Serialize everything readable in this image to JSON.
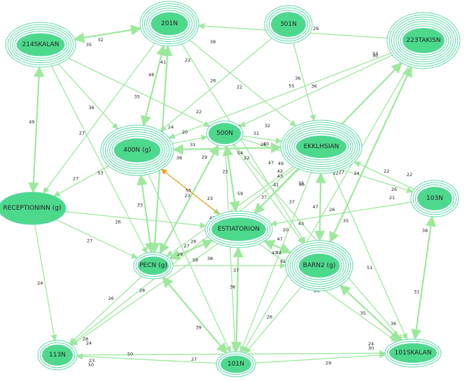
{
  "nodes": [
    {
      "id": "214SKALAN"
    },
    {
      "id": "201N"
    },
    {
      "id": "301N"
    },
    {
      "id": "223TAKISN"
    },
    {
      "id": "400N (g)"
    },
    {
      "id": "500N"
    },
    {
      "id": "EKKLHSIAN"
    },
    {
      "id": "103N"
    },
    {
      "id": "RECEPTIONINN (g)"
    },
    {
      "id": "ESTIATORION"
    },
    {
      "id": "PECN (g)"
    },
    {
      "id": "BARN2 (g)"
    },
    {
      "id": "113N"
    },
    {
      "id": "101N"
    },
    {
      "id": "101SKALAN"
    }
  ],
  "edges": [
    {
      "from": "214SKALAN",
      "to": "201N",
      "label": "32"
    },
    {
      "from": "214SKALAN",
      "to": "RECEPTIONINN (g)",
      "label": "49"
    },
    {
      "from": "214SKALAN",
      "to": "500N",
      "label": "35"
    },
    {
      "from": "214SKALAN",
      "to": "PECN (g)",
      "label": "53"
    },
    {
      "from": "214SKALAN",
      "to": "400N (g)",
      "label": "36"
    },
    {
      "from": "201N",
      "to": "400N (g)",
      "label": "48"
    },
    {
      "from": "201N",
      "to": "PECN (g)",
      "label": "22"
    },
    {
      "from": "201N",
      "to": "EKKLHSIAN",
      "label": "22"
    },
    {
      "from": "201N",
      "to": "BARN2 (g)",
      "label": "22"
    },
    {
      "from": "201N",
      "to": "RECEPTIONINN (g)",
      "label": "27"
    },
    {
      "from": "223TAKISN",
      "to": "201N",
      "label": "29"
    },
    {
      "from": "223TAKISN",
      "to": "400N (g)",
      "label": "55"
    },
    {
      "from": "223TAKISN",
      "to": "500N",
      "label": "36"
    },
    {
      "from": "223TAKISN",
      "to": "ESTIATORION",
      "label": "27"
    },
    {
      "from": "223TAKISN",
      "to": "BARN2 (g)",
      "label": "34"
    },
    {
      "from": "223TAKISN",
      "to": "101N",
      "label": "27"
    },
    {
      "from": "301N",
      "to": "EKKLHSIAN",
      "label": "36"
    },
    {
      "from": "301N",
      "to": "400N (g)",
      "label": "26"
    },
    {
      "from": "400N (g)",
      "to": "500N",
      "label": "31"
    },
    {
      "from": "400N (g)",
      "to": "EKKLHSIAN",
      "label": "54"
    },
    {
      "from": "400N (g)",
      "to": "PECN (g)",
      "label": "33"
    },
    {
      "from": "400N (g)",
      "to": "101N",
      "label": "29"
    },
    {
      "from": "400N (g)",
      "to": "ESTIATORION",
      "label": "23"
    },
    {
      "from": "400N (g)",
      "to": "RECEPTIONINN (g)",
      "label": "27"
    },
    {
      "from": "500N",
      "to": "EKKLHSIAN",
      "label": "40"
    },
    {
      "from": "500N",
      "to": "ESTIATORION",
      "label": "22"
    },
    {
      "from": "500N",
      "to": "PECN (g)",
      "label": "55"
    },
    {
      "from": "500N",
      "to": "BARN2 (g)",
      "label": "37"
    },
    {
      "from": "500N",
      "to": "103N",
      "label": "22"
    },
    {
      "from": "500N",
      "to": "101SKALAN",
      "label": "41"
    },
    {
      "from": "500N",
      "to": "101N",
      "label": "39"
    },
    {
      "from": "EKKLHSIAN",
      "to": "ESTIATORION",
      "label": "41"
    },
    {
      "from": "EKKLHSIAN",
      "to": "BARN2 (g)",
      "label": "47"
    },
    {
      "from": "EKKLHSIAN",
      "to": "101SKALAN",
      "label": "51"
    },
    {
      "from": "EKKLHSIAN",
      "to": "PECN (g)",
      "label": "47"
    },
    {
      "from": "EKKLHSIAN",
      "to": "101N",
      "label": "47"
    },
    {
      "from": "EKKLHSIAN",
      "to": "113N",
      "label": "26"
    },
    {
      "from": "103N",
      "to": "EKKLHSIAN",
      "label": "22"
    },
    {
      "from": "103N",
      "to": "ESTIATORION",
      "label": "26"
    },
    {
      "from": "103N",
      "to": "101SKALAN",
      "label": "31"
    },
    {
      "from": "RECEPTIONINN (g)",
      "to": "ESTIATORION",
      "label": "26"
    },
    {
      "from": "RECEPTIONINN (g)",
      "to": "PECN (g)",
      "label": "27"
    },
    {
      "from": "RECEPTIONINN (g)",
      "to": "113N",
      "label": "24"
    },
    {
      "from": "ESTIATORION",
      "to": "PECN (g)",
      "label": "27"
    },
    {
      "from": "ESTIATORION",
      "to": "BARN2 (g)",
      "label": "44"
    },
    {
      "from": "ESTIATORION",
      "to": "101N",
      "label": "36"
    },
    {
      "from": "ESTIATORION",
      "to": "101SKALAN",
      "label": "26"
    },
    {
      "from": "ESTIATORION",
      "to": "113N",
      "label": "28"
    },
    {
      "from": "PECN (g)",
      "to": "BARN2 (g)",
      "label": "37"
    },
    {
      "from": "PECN (g)",
      "to": "101N",
      "label": "39"
    },
    {
      "from": "PECN (g)",
      "to": "113N",
      "label": "26"
    },
    {
      "from": "BARN2 (g)",
      "to": "101SKALAN",
      "label": "35"
    },
    {
      "from": "BARN2 (g)",
      "to": "101N",
      "label": "26"
    },
    {
      "from": "101N",
      "to": "101SKALAN",
      "label": "29"
    },
    {
      "from": "101N",
      "to": "113N",
      "label": "50"
    },
    {
      "from": "113N",
      "to": "101SKALAN",
      "label": "27"
    }
  ],
  "extra_labels": [
    "35",
    "41",
    "22",
    "38",
    "24",
    "20",
    "38",
    "22",
    "32",
    "32",
    "29",
    "25",
    "47",
    "31",
    "43",
    "15",
    "59",
    "42",
    "58",
    "42",
    "23",
    "20",
    "43",
    "49",
    "36",
    "36",
    "24",
    "30",
    "23",
    "50",
    "38",
    "28",
    "35",
    "24",
    "37",
    "35",
    "22",
    "26",
    "21",
    "47",
    "37",
    "33",
    "30",
    "38"
  ],
  "colors": {
    "edge": "#9ee89e",
    "node_fill": "#4dd98c",
    "node_ring": "#5fd9a8",
    "highlight_edge": "#f0a020"
  }
}
